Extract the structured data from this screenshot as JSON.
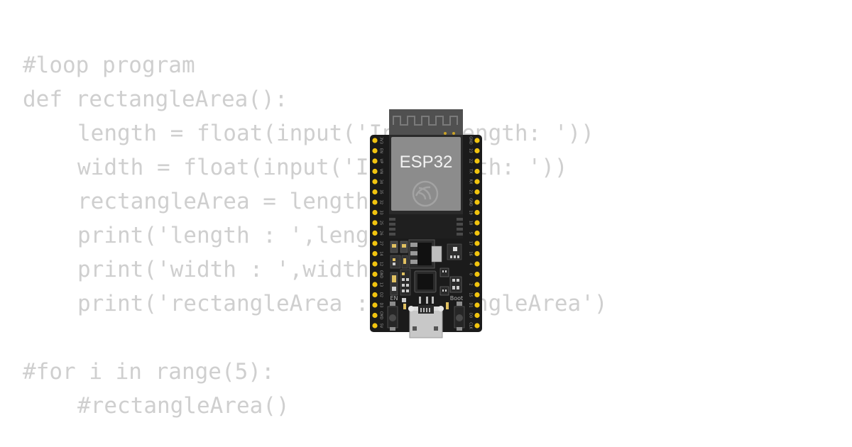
{
  "code": {
    "lines": [
      {
        "text": "#loop program",
        "indent": 0
      },
      {
        "text": "def rectangleArea():",
        "indent": 0
      },
      {
        "text": "length = float(input('Input length: '))",
        "indent": 1
      },
      {
        "text": "width = float(input('Input width: '))",
        "indent": 1
      },
      {
        "text": "rectangleArea = length * width",
        "indent": 1
      },
      {
        "text": "print('length : ',length)",
        "indent": 1
      },
      {
        "text": "print('width : ',width)",
        "indent": 1
      },
      {
        "text": "print('rectangleArea : ',rectangleArea')",
        "indent": 1
      },
      {
        "text": "",
        "indent": 0
      },
      {
        "text": "#for i in range(5):",
        "indent": 0
      },
      {
        "text": "#rectangleArea()",
        "indent": 1
      }
    ]
  },
  "board": {
    "chip_label": "ESP32",
    "button_en_label": "EN",
    "button_boot_label": "Boot",
    "left_pin_labels": [
      "3V3",
      "EN",
      "VP",
      "VN",
      "34",
      "35",
      "32",
      "33",
      "25",
      "26",
      "27",
      "14",
      "12",
      "GND",
      "13",
      "D2",
      "D3",
      "CMD",
      "5V"
    ],
    "right_pin_labels": [
      "GND",
      "23",
      "22",
      "TX",
      "RX",
      "21",
      "GND",
      "19",
      "18",
      "5",
      "17",
      "16",
      "4",
      "0",
      "2",
      "15",
      "D1",
      "D0",
      "CLK"
    ],
    "colors": {
      "pcb": "#1b1b1b",
      "pin": "#f1c40f",
      "module": "#8c8c8c",
      "antenna": "#4f4f4f",
      "code_text": "#cfcfcf"
    }
  }
}
